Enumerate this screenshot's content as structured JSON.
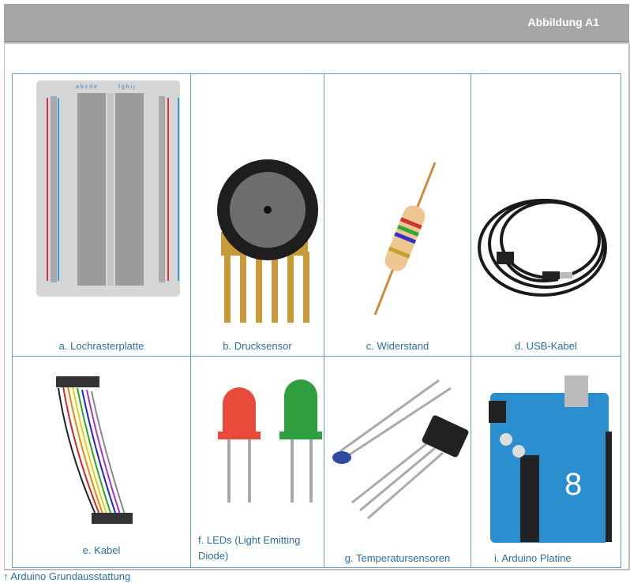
{
  "header": {
    "title": "Abbildung A1"
  },
  "items": [
    {
      "caption": "a. Lochrasterplatte"
    },
    {
      "caption": "b. Drucksensor"
    },
    {
      "caption": "c. Widerstand"
    },
    {
      "caption": "d. USB-Kabel"
    },
    {
      "caption": "e. Kabel"
    },
    {
      "caption": "f. LEDs (Light Emitting Diode)"
    },
    {
      "caption": "g. Temperatursensoren"
    },
    {
      "caption": "i. Arduino Platine"
    }
  ],
  "footer": {
    "arrow": "↑",
    "link": "Arduino Grundausstattung"
  },
  "colors": {
    "header_bg": "#a5a6a5",
    "caption": "#2a6fa6",
    "border": "#6b9fc4"
  }
}
